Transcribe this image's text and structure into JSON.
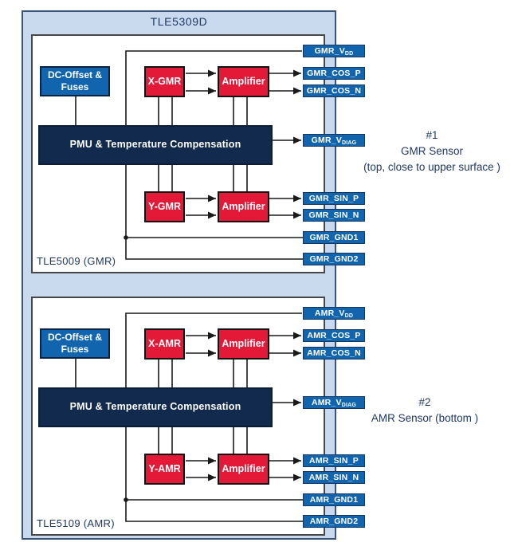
{
  "title": "TLE5309D",
  "colors": {
    "package_fill": "#c9d9ee",
    "package_border": "#3a5378",
    "die_border": "#474747",
    "pin_blue": "#1065ae",
    "cell_red": "#e31937",
    "pmu_navy": "#122a4d",
    "wire_black": "#1a1a1a",
    "label_navy": "#1f3864"
  },
  "blocks": [
    {
      "die_label": "TLE5009 (GMR)",
      "dc_offset": {
        "line1": "DC-Offset &",
        "line2": "Fuses"
      },
      "x_cell": "X-GMR",
      "y_cell": "Y-GMR",
      "amplifier_top": "Amplifier",
      "amplifier_bottom": "Amplifier",
      "pmu": "PMU & Temperature Compensation",
      "pins": [
        {
          "label": "GMR_V",
          "sub": "DD"
        },
        {
          "label": "GMR_COS_P",
          "sub": ""
        },
        {
          "label": "GMR_COS_N",
          "sub": ""
        },
        {
          "label": "GMR_V",
          "sub": "DIAG"
        },
        {
          "label": "GMR_SIN_P",
          "sub": ""
        },
        {
          "label": "GMR_SIN_N",
          "sub": ""
        },
        {
          "label": "GMR_GND1",
          "sub": ""
        },
        {
          "label": "GMR_GND2",
          "sub": ""
        }
      ],
      "annotation": [
        "#1",
        "GMR Sensor",
        "(top, close to upper surface )"
      ]
    },
    {
      "die_label": "TLE5109 (AMR)",
      "dc_offset": {
        "line1": "DC-Offset &",
        "line2": "Fuses"
      },
      "x_cell": "X-AMR",
      "y_cell": "Y-AMR",
      "amplifier_top": "Amplifier",
      "amplifier_bottom": "Amplifier",
      "pmu": "PMU & Temperature Compensation",
      "pins": [
        {
          "label": "AMR_V",
          "sub": "DD"
        },
        {
          "label": "AMR_COS_P",
          "sub": ""
        },
        {
          "label": "AMR_COS_N",
          "sub": ""
        },
        {
          "label": "AMR_V",
          "sub": "DIAG"
        },
        {
          "label": "AMR_SIN_P",
          "sub": ""
        },
        {
          "label": "AMR_SIN_N",
          "sub": ""
        },
        {
          "label": "AMR_GND1",
          "sub": ""
        },
        {
          "label": "AMR_GND2",
          "sub": ""
        }
      ],
      "annotation": [
        "#2",
        "AMR Sensor (bottom )"
      ]
    }
  ]
}
